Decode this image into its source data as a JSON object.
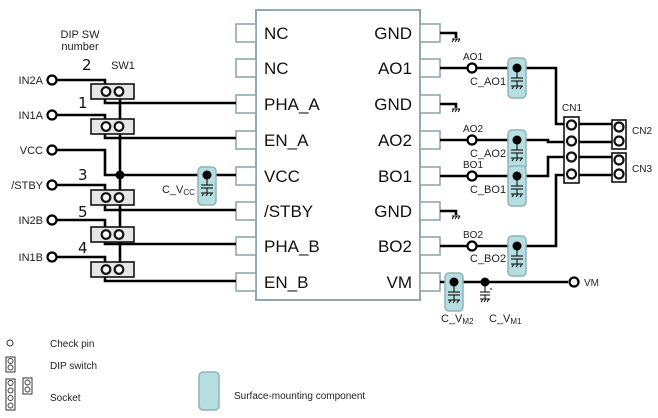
{
  "title": "Motor driver evaluation board schematic",
  "chip": {
    "left_pins": [
      "NC",
      "NC",
      "PHA_A",
      "EN_A",
      "VCC",
      "/STBY",
      "PHA_B",
      "EN_B"
    ],
    "right_pins": [
      "GND",
      "AO1",
      "GND",
      "AO2",
      "BO1",
      "GND",
      "BO2",
      "VM"
    ]
  },
  "dip": {
    "header": "DIP SW",
    "header2": "number",
    "switch_label": "SW1",
    "numbers": [
      "2",
      "1",
      "3",
      "5",
      "4"
    ]
  },
  "inputs": [
    "IN2A",
    "IN1A",
    "VCC",
    "/STBY",
    "IN2B",
    "IN1B"
  ],
  "capacitors": {
    "c_vcc": "C_V",
    "c_vcc_sub": "CC",
    "c_ao1": "C_AO1",
    "c_ao2": "C_AO2",
    "c_bo1": "C_BO1",
    "c_bo2": "C_BO2",
    "c_vm2": "C_V",
    "c_vm2_sub": "M2",
    "c_vm1": "C_V",
    "c_vm1_sub": "M1"
  },
  "test_points": {
    "ao1": "AO1",
    "ao2": "AO2",
    "bo1": "BO1",
    "bo2": "BO2",
    "vm": "VM"
  },
  "connectors": [
    "CN1",
    "CN2",
    "CN3"
  ],
  "legend": [
    {
      "icon": "check-pin-icon",
      "label": "Check pin"
    },
    {
      "icon": "dip-switch-icon",
      "label": "DIP switch"
    },
    {
      "icon": "socket-icon",
      "label": "Socket"
    },
    {
      "icon": "smd-icon",
      "label": "Surface-mounting component"
    }
  ],
  "colors": {
    "chip_outline": "#8fa9ad",
    "smd_fill": "#b6dde0",
    "dip_fill": "#e6e6e6",
    "wire": "#000000"
  }
}
